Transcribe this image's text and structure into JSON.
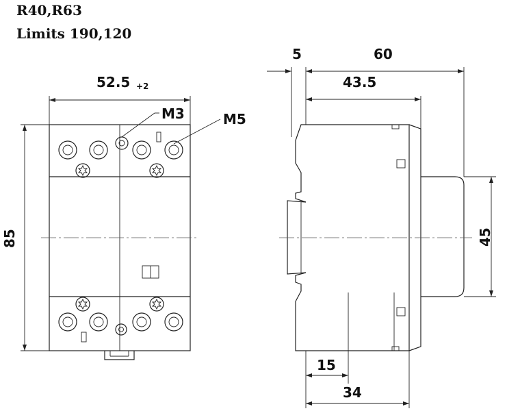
{
  "header": {
    "models": "R40,R63",
    "limits": "Limits 190,120"
  },
  "front_view": {
    "width_label": "52.5",
    "width_tolerance": "+2",
    "height_label": "85",
    "callout_small": "M3",
    "callout_large": "M5"
  },
  "side_view": {
    "top_small_label": "5",
    "top_total_label": "60",
    "top_mid_label": "43.5",
    "right_label": "45",
    "bottom_small_label": "15",
    "bottom_large_label": "34"
  }
}
